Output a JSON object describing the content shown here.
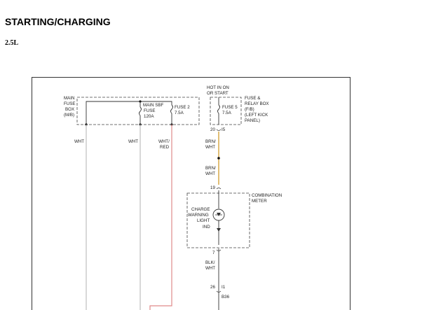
{
  "header": {
    "title": "STARTING/CHARGING",
    "subtitle": "2.5L"
  },
  "diagram": {
    "main_fuse_box": [
      "MAIN",
      "FUSE",
      "BOX",
      "(M/B)"
    ],
    "main_sbf_fuse": [
      "MAIN SBF",
      "FUSE",
      "120A"
    ],
    "fuse2": [
      "FUSE 2",
      "7.5A"
    ],
    "hot_label": [
      "HOT IN ON",
      "OR START"
    ],
    "fuse5": [
      "FUSE 5",
      "7.5A"
    ],
    "relay_box": [
      "FUSE &",
      "RELAY BOX",
      "(F/B)",
      "(LEFT KICK",
      "PANEL)"
    ],
    "pin_20": "20",
    "conn_i5": "I5",
    "wire_labels": {
      "wht_left": "WHT",
      "wht_mid": "WHT",
      "wht_red": [
        "WHT/",
        "RED"
      ],
      "brn_wht_1": [
        "BRN/",
        "WHT"
      ],
      "brn_wht_2": [
        "BRN/",
        "WHT"
      ],
      "blk_wht": [
        "BLK/",
        "WHT"
      ]
    },
    "pin_19": "19",
    "combination_meter": [
      "COMBINATION",
      "METER"
    ],
    "charge_light": [
      "CHARGE",
      "WARNING",
      "LIGHT",
      "IND"
    ],
    "pin_7": "7",
    "pin_26": "26",
    "conn_i1": "I1",
    "conn_b36": "B36"
  },
  "colors": {
    "wire_wht": "#bdbdbd",
    "wire_wht_red": "#e08a8a",
    "wire_brn_wht": "#d4a23a",
    "wire_blk_wht": "#555555",
    "box_dash": "#444444"
  }
}
